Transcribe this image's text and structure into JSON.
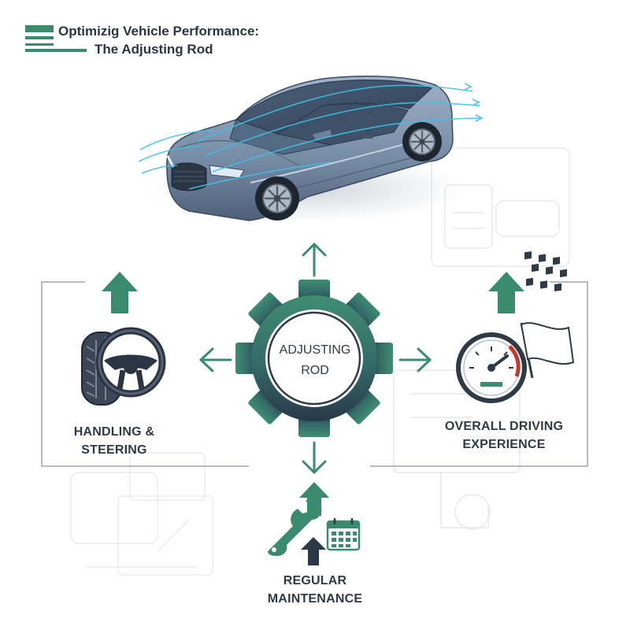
{
  "title": {
    "line1": "Optimizig Vehicle Performance:",
    "line2": "The Adjusting Rod"
  },
  "center": {
    "line1": "ADJUSTING",
    "line2": "ROD"
  },
  "nodes": {
    "handling": {
      "line1": "HANDLING &",
      "line2": "STEERING",
      "icons": [
        "tire-icon",
        "steering-wheel-icon"
      ]
    },
    "experience": {
      "line1": "OVERALL DRIVING",
      "line2": "EXPERIENCE",
      "icons": [
        "speedometer-icon",
        "checkered-flag-icon"
      ]
    },
    "maintenance": {
      "line1": "REGULAR",
      "line2": "MAINTENANCE",
      "icons": [
        "wrench-icon",
        "calendar-icon"
      ]
    }
  },
  "colors": {
    "accent": "#3a8a6e",
    "gear_top": "#3f8d72",
    "gear_bottom": "#2a3848",
    "text": "#2f3a47",
    "car_body": "#7d93ad",
    "airflow": "#3fc1e8"
  }
}
